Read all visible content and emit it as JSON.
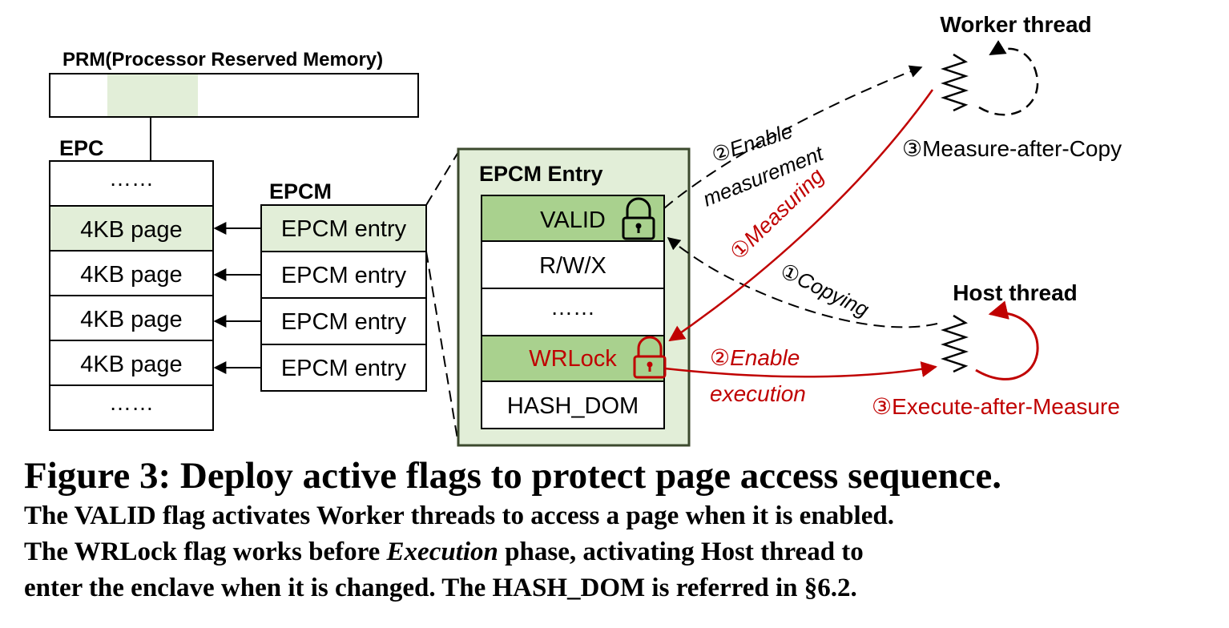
{
  "diagram": {
    "prm": {
      "label": "PRM(Processor Reserved Memory)"
    },
    "epc": {
      "label": "EPC",
      "rows": [
        "……",
        "4KB page",
        "4KB page",
        "4KB page",
        "4KB page",
        "……"
      ]
    },
    "epcm": {
      "label": "EPCM",
      "rows": [
        "EPCM entry",
        "EPCM entry",
        "EPCM entry",
        "EPCM entry"
      ]
    },
    "epcm_entry": {
      "label": "EPCM Entry",
      "fields": [
        "VALID",
        "R/W/X",
        "……",
        "WRLock",
        "HASH_DOM"
      ]
    },
    "threads": {
      "worker": "Worker thread",
      "host": "Host thread"
    },
    "annotations": {
      "enable_measurement_1": "②Enable",
      "enable_measurement_2": "measurement",
      "measuring": "①Measuring",
      "copying": "①Copying",
      "measure_after_copy": "③Measure-after-Copy",
      "enable_execution_1": "②Enable",
      "enable_execution_2": "execution",
      "execute_after_measure": "③Execute-after-Measure"
    },
    "colors": {
      "accent_red": "#c00000",
      "light_green": "#e2eed8",
      "mid_green": "#a9d18e",
      "dark_green_border": "#3c4a2e"
    }
  },
  "caption": {
    "title": "Figure 3: Deploy active flags to protect page access sequence.",
    "line1": "The VALID flag activates Worker threads to access a page when it is enabled.",
    "line2_pre": "The WRLock flag works before ",
    "line2_em": "Execution",
    "line2_post": " phase, activating Host thread to",
    "line3": "enter the enclave when it is changed. The HASH_DOM is referred in §6.2."
  }
}
